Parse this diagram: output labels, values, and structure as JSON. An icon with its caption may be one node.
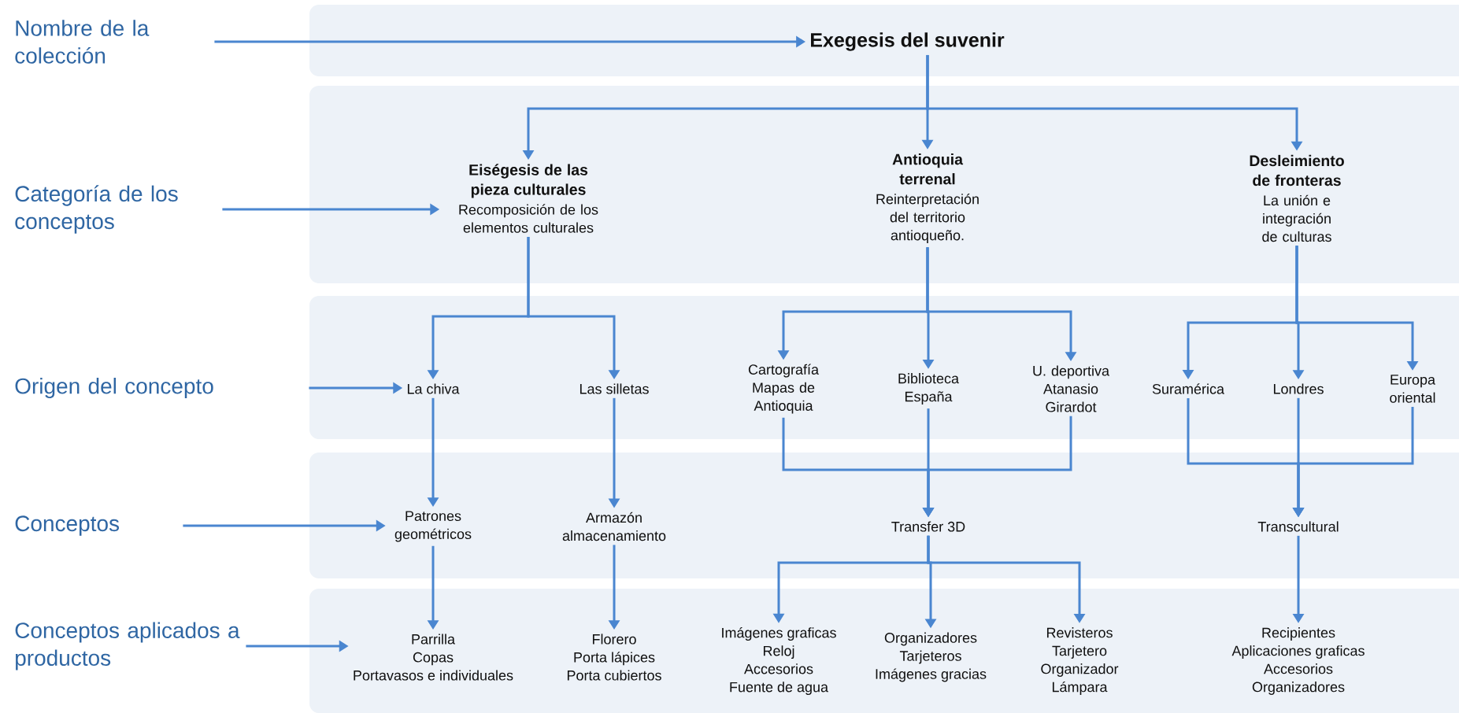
{
  "diagram": {
    "nodes": [
      {
        "text": [
          "Nombre de la colección"
        ]
      },
      {
        "text": [],
        "shape": "band"
      },
      {
        "text": [
          "Exegesis del suvenir"
        ],
        "in": 1
      },
      {
        "text": [
          "Categoría de los conceptos"
        ]
      },
      {
        "text": [],
        "shape": "band"
      },
      {
        "text": [
          "Eiségesis  de las pieza culturales",
          "Recomposición de los elementos culturales"
        ],
        "in": 4
      },
      {
        "text": [
          "Antioquia terrenal",
          "Reinterpretación del territorio antioqueño."
        ],
        "in": 4
      },
      {
        "text": [
          "Desleimiento de fronteras",
          "La unión e integración de culturas"
        ],
        "in": 4
      },
      {
        "text": [
          "Origen del concepto"
        ]
      },
      {
        "text": [],
        "shape": "band"
      },
      {
        "text": [
          "La chiva"
        ],
        "in": 9
      },
      {
        "text": [
          "Las silletas"
        ],
        "in": 9
      },
      {
        "text": [
          "Cartografía Mapas de Antioquia"
        ],
        "in": 9
      },
      {
        "text": [
          "Biblioteca España"
        ],
        "in": 9
      },
      {
        "text": [
          "U. deportiva Atanasio Girardot"
        ],
        "in": 9
      },
      {
        "text": [
          "Suramérica"
        ],
        "in": 9
      },
      {
        "text": [
          "Londres"
        ],
        "in": 9
      },
      {
        "text": [
          "Europa oriental"
        ],
        "in": 9
      },
      {
        "text": [
          "Conceptos"
        ]
      },
      {
        "text": [],
        "shape": "band"
      },
      {
        "text": [
          "Patrones geométricos"
        ],
        "in": 19
      },
      {
        "text": [
          "Armazón almacenamiento"
        ],
        "in": 19
      },
      {
        "text": [
          "Transfer 3D"
        ],
        "in": 19
      },
      {
        "text": [
          "Transcultural"
        ],
        "in": 19
      },
      {
        "text": [
          "Conceptos aplicados a productos"
        ]
      },
      {
        "text": [],
        "shape": "band"
      },
      {
        "text": [
          "Parrilla",
          "Copas",
          "Portavasos e individuales"
        ],
        "in": 25
      },
      {
        "text": [
          "Florero",
          "Porta lápices",
          "Porta cubiertos"
        ],
        "in": 25
      },
      {
        "text": [
          "Imágenes graficas",
          "Reloj",
          "Accesorios",
          "Fuente de agua"
        ],
        "in": 25
      },
      {
        "text": [
          "Organizadores",
          "Tarjeteros",
          "Imágenes gracias"
        ],
        "in": 25
      },
      {
        "text": [
          "Revisteros",
          "Tarjetero",
          "Organizador",
          "Lámpara"
        ],
        "in": 25
      },
      {
        "text": [
          "Recipientes",
          "Aplicaciones graficas",
          "Accesorios",
          "Organizadores"
        ],
        "in": 25
      }
    ],
    "edges": [
      {
        "from": 0,
        "to": 2,
        "arrow": "to"
      },
      {
        "from": 3,
        "to": 5,
        "arrow": "to"
      },
      {
        "from": 8,
        "to": 10,
        "arrow": "to"
      },
      {
        "from": 18,
        "to": 20,
        "arrow": "to"
      },
      {
        "from": 24,
        "to": 26,
        "arrow": "to"
      },
      {
        "from": 2,
        "to": 5,
        "arrow": "to"
      },
      {
        "from": 2,
        "to": 6,
        "arrow": "to"
      },
      {
        "from": 2,
        "to": 7,
        "arrow": "to"
      },
      {
        "from": 5,
        "to": 10,
        "arrow": "to"
      },
      {
        "from": 5,
        "to": 11,
        "arrow": "to"
      },
      {
        "from": 6,
        "to": 12,
        "arrow": "to"
      },
      {
        "from": 6,
        "to": 13,
        "arrow": "to"
      },
      {
        "from": 6,
        "to": 14,
        "arrow": "to"
      },
      {
        "from": 7,
        "to": 15,
        "arrow": "to"
      },
      {
        "from": 7,
        "to": 16,
        "arrow": "to"
      },
      {
        "from": 7,
        "to": 17,
        "arrow": "to"
      },
      {
        "from": 10,
        "to": 20,
        "arrow": "to"
      },
      {
        "from": 11,
        "to": 21,
        "arrow": "to"
      },
      {
        "from": 12,
        "to": 22,
        "arrow": "to"
      },
      {
        "from": 13,
        "to": 22,
        "arrow": "to"
      },
      {
        "from": 14,
        "to": 22,
        "arrow": "to"
      },
      {
        "from": 15,
        "to": 23,
        "arrow": "to"
      },
      {
        "from": 16,
        "to": 23,
        "arrow": "to"
      },
      {
        "from": 17,
        "to": 23,
        "arrow": "to"
      },
      {
        "from": 20,
        "to": 26,
        "arrow": "to"
      },
      {
        "from": 21,
        "to": 27,
        "arrow": "to"
      },
      {
        "from": 22,
        "to": 28,
        "arrow": "to"
      },
      {
        "from": 22,
        "to": 29,
        "arrow": "to"
      },
      {
        "from": 22,
        "to": 30,
        "arrow": "to"
      },
      {
        "from": 23,
        "to": 31,
        "arrow": "to"
      }
    ]
  }
}
